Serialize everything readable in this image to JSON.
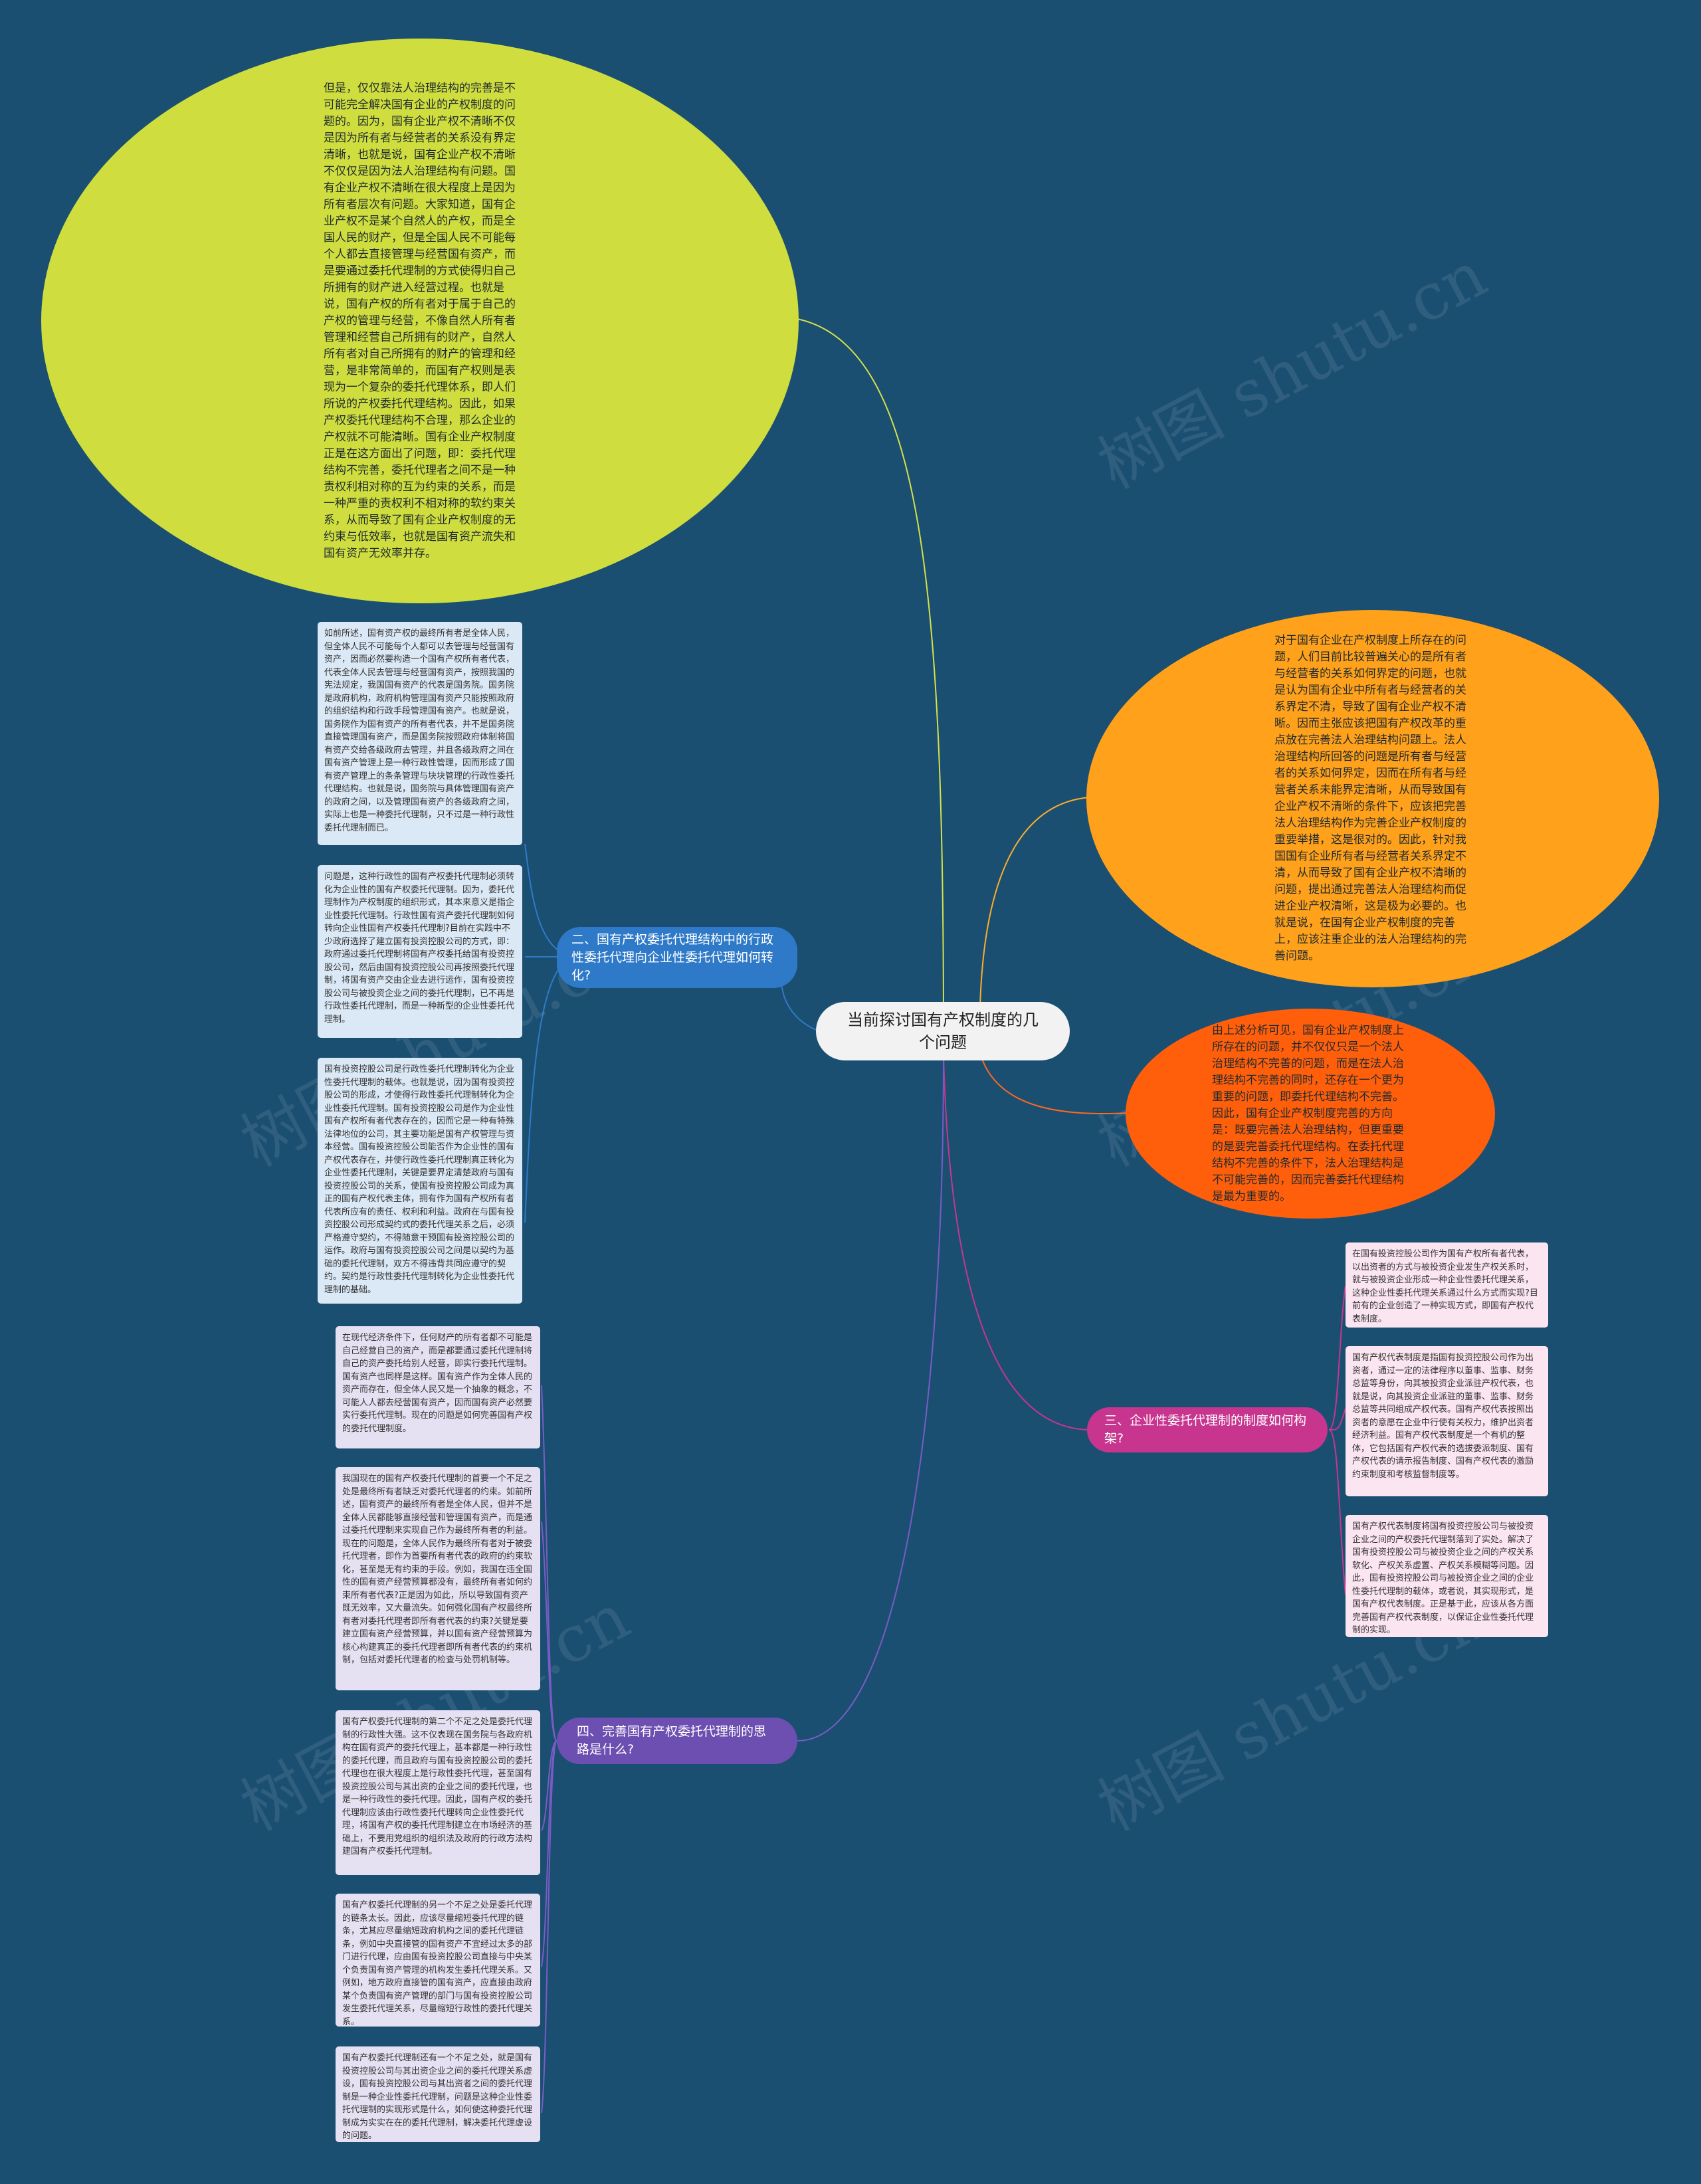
{
  "root": {
    "label": "当前探讨国有产权制度的几个问题"
  },
  "ellipses": {
    "yellow": {
      "color": "#cfde3e",
      "text": "但是，仅仅靠法人治理结构的完善是不可能完全解决国有企业的产权制度的问题的。因为，国有企业产权不清晰不仅是因为所有者与经营者的关系没有界定清晰，也就是说，国有企业产权不清晰不仅仅是因为法人治理结构有问题。国有企业产权不清晰在很大程度上是因为所有者层次有问题。大家知道，国有企业产权不是某个自然人的产权，而是全国人民的财产，但是全国人民不可能每个人都去直接管理与经营国有资产，而是要通过委托代理制的方式使得归自己所拥有的财产进入经营过程。也就是说，国有产权的所有者对于属于自己的产权的管理与经营，不像自然人所有者管理和经营自己所拥有的财产，自然人所有者对自己所拥有的财产的管理和经营，是非常简单的，而国有产权则是表现为一个复杂的委托代理体系，即人们所说的产权委托代理结构。因此，如果产权委托代理结构不合理，那么企业的产权就不可能清晰。国有企业产权制度正是在这方面出了问题，即：委托代理结构不完善，委托代理者之间不是一种责权利相对称的互为约束的关系，而是一种严重的责权利不相对称的软约束关系，从而导致了国有企业产权制度的无约束与低效率，也就是国有资产流失和国有资产无效率并存。"
    },
    "orange": {
      "color": "#ffa11a",
      "text": "对于国有企业在产权制度上所存在的问题，人们目前比较普遍关心的是所有者与经营者的关系如何界定的问题，也就是认为国有企业中所有者与经营者的关系界定不清，导致了国有企业产权不清晰。因而主张应该把国有产权改革的重点放在完善法人治理结构问题上。法人治理结构所回答的问题是所有者与经营者的关系如何界定，因而在所有者与经营者关系未能界定清晰，从而导致国有企业产权不清晰的条件下，应该把完善法人治理结构作为完善企业产权制度的重要举措，这是很对的。因此，针对我国国有企业所有者与经营者关系界定不清，从而导致了国有企业产权不清晰的问题，提出通过完善法人治理结构而促进企业产权清晰，这是极为必要的。也就是说，在国有企业产权制度的完善上，应该注重企业的法人治理结构的完善问题。"
    },
    "red": {
      "color": "#ff5f0a",
      "text": "由上述分析可见，国有企业产权制度上所存在的问题，并不仅仅只是一个法人治理结构不完善的问题，而是在法人治理结构不完善的同时，还存在一个更为重要的问题，即委托代理结构不完善。因此，国有企业产权制度完善的方向是：既要完善法人治理结构，但更重要的是要完善委托代理结构。在委托代理结构不完善的条件下，法人治理结构是不可能完善的，因而完善委托代理结构是最为重要的。"
    }
  },
  "branches": {
    "b2": {
      "label": "二、国有产权委托代理结构中的行政性委托代理向企业性委托代理如何转化?",
      "color": "#2f7ac8"
    },
    "b3": {
      "label": "三、企业性委托代理制的制度如何构架?",
      "color": "#c7358f"
    },
    "b4": {
      "label": "四、完善国有产权委托代理制的思路是什么?",
      "color": "#6c4fb0"
    }
  },
  "leaves": {
    "b2": [
      "如前所述，国有资产权的最终所有者是全体人民，但全体人民不可能每个人都可以去管理与经营国有资产，因而必然要构造一个国有产权所有者代表，代表全体人民去管理与经营国有资产，按照我国的宪法规定，我国国有资产的代表是国务院。国务院是政府机构，政府机构管理国有资产只能按照政府的组织结构和行政手段管理国有资产。也就是说，国务院作为国有资产的所有者代表，并不是国务院直接管理国有资产，而是国务院按照政府体制将国有资产交给各级政府去管理，并且各级政府之间在国有资产管理上是一种行政性管理，因而形成了国有资产管理上的条条管理与块块管理的行政性委托代理结构。也就是说，国务院与具体管理国有资产的政府之间，以及管理国有资产的各级政府之间，实际上也是一种委托代理制，只不过是一种行政性委托代理制而已。",
      "问题是，这种行政性的国有产权委托代理制必须转化为企业性的国有产权委托代理制。因为，委托代理制作为产权制度的组织形式，其本来意义是指企业性委托代理制。行政性国有资产委托代理制如何转向企业性国有产权委托代理制?目前在实践中不少政府选择了建立国有投资控股公司的方式，即：政府通过委托代理制将国有产权委托给国有投资控股公司，然后由国有投资控股公司再按照委托代理制，将国有资产交由企业去进行运作，国有投资控股公司与被投资企业之间的委托代理制，已不再是行政性委托代理制，而是一种新型的企业性委托代理制。",
      "国有投资控股公司是行政性委托代理制转化为企业性委托代理制的载体。也就是说，因为国有投资控股公司的形成，才使得行政性委托代理制转化为企业性委托代理制。国有投资控股公司是作为企业性国有产权所有者代表存在的，因而它是一种有特殊法律地位的公司，其主要功能是国有产权管理与资本经营。国有投资控股公司能否作为企业性的国有产权代表存在，并使行政性委托代理制真正转化为企业性委托代理制，关键是要界定清楚政府与国有投资控股公司的关系，使国有投资控股公司成为真正的国有产权代表主体，拥有作为国有产权所有者代表所应有的责任、权利和利益。政府在与国有投资控股公司形成契约式的委托代理关系之后，必须严格遵守契约，不得随意干预国有投资控股公司的运作。政府与国有投资控股公司之间是以契约为基础的委托代理制，双方不得违背共同应遵守的契约。契约是行政性委托代理制转化为企业性委托代理制的基础。"
    ],
    "b3": [
      "在国有投资控股公司作为国有产权所有者代表，以出资者的方式与被投资企业发生产权关系时，就与被投资企业形成一种企业性委托代理关系，这种企业性委托代理关系通过什么方式而实现?目前有的企业创造了一种实现方式，即国有产权代表制度。",
      "国有产权代表制度是指国有投资控股公司作为出资者，通过一定的法律程序以董事、监事、财务总监等身份，向其被投资企业派驻产权代表，也就是说，向其投资企业派驻的董事、监事、财务总监等共同组成产权代表。国有产权代表按照出资者的意愿在企业中行使有关权力，维护出资者经济利益。国有产权代表制度是一个有机的整体，它包括国有产权代表的选拔委派制度、国有产权代表的请示报告制度、国有产权代表的激励约束制度和考核监督制度等。",
      "国有产权代表制度将国有投资控股公司与被投资企业之间的产权委托代理制落到了实处。解决了国有投资控股公司与被投资企业之间的产权关系软化、产权关系虚置、产权关系模糊等问题。因此，国有投资控股公司与被投资企业之间的企业性委托代理制的载体，或者说，其实现形式，是国有产权代表制度。正是基于此，应该从各方面完善国有产权代表制度，以保证企业性委托代理制的实现。"
    ],
    "b4": [
      "在现代经济条件下，任何财产的所有者都不可能是自己经营自己的资产，而是都要通过委托代理制将自己的资产委托给别人经营，即实行委托代理制。国有资产也同样是这样。国有资产作为全体人民的资产而存在，但全体人民又是一个抽象的概念，不可能人人都去经营国有资产，因而国有资产必然要实行委托代理制。现在的问题是如何完善国有产权的委托代理制度。",
      "我国现在的国有产权委托代理制的首要一个不足之处是最终所有者缺乏对委托代理者的约束。如前所述，国有资产的最终所有者是全体人民，但并不是全体人民都能够直接经营和管理国有资产，而是通过委托代理制来实现自己作为最终所有者的利益。现在的问题是，全体人民作为最终所有者对于被委托代理者，即作为首要所有者代表的政府的约束软化，甚至是无有约束的手段。例如，我国在违全国性的国有资产经营预算都没有，最终所有者如何约束所有者代表?正是因为如此，所以导致国有资产既无效率，又大量流失。如何强化国有产权最终所有者对委托代理者即所有者代表的约束?关键是要建立国有资产经营预算，并以国有资产经营预算为核心构建真正的委托代理者即所有者代表的约束机制，包括对委托代理者的检查与处罚机制等。",
      "国有产权委托代理制的第二个不足之处是委托代理制的行政性大强。这不仅表现在国务院与各政府机构在国有资产的委托代理上，基本都是一种行政性的委托代理，而且政府与国有投资控股公司的委托代理也在很大程度上是行政性委托代理，甚至国有投资控股公司与其出资的企业之间的委托代理，也是一种行政性的委托代理。因此，国有产权的委托代理制应该由行政性委托代理转向企业性委托代理，将国有产权的委托代理制建立在市场经济的基础上，不要用党组织的组织法及政府的行政方法构建国有产权委托代理制。",
      "国有产权委托代理制的另一个不足之处是委托代理的链条太长。因此，应该尽量缩短委托代理的链条，尤其应尽量缩短政府机构之间的委托代理链条，例如中央直接管的国有资产不宜经过太多的部门进行代理，应由国有投资控股公司直接与中央某个负责国有资产管理的机构发生委托代理关系。又例如，地方政府直接管的国有资产，应直接由政府某个负责国有资产管理的部门与国有投资控股公司发生委托代理关系，尽量缩短行政性的委托代理关系。",
      "国有产权委托代理制还有一个不足之处，就是国有投资控股公司与其出资企业之间的委托代理关系虚设，国有投资控股公司与其出资者之间的委托代理制是一种企业性委托代理制，问题是这种企业性委托代理制的实现形式是什么，如何使这种委托代理制成为实实在在的委托代理制，解决委托代理虚设的问题。"
    ]
  }
}
